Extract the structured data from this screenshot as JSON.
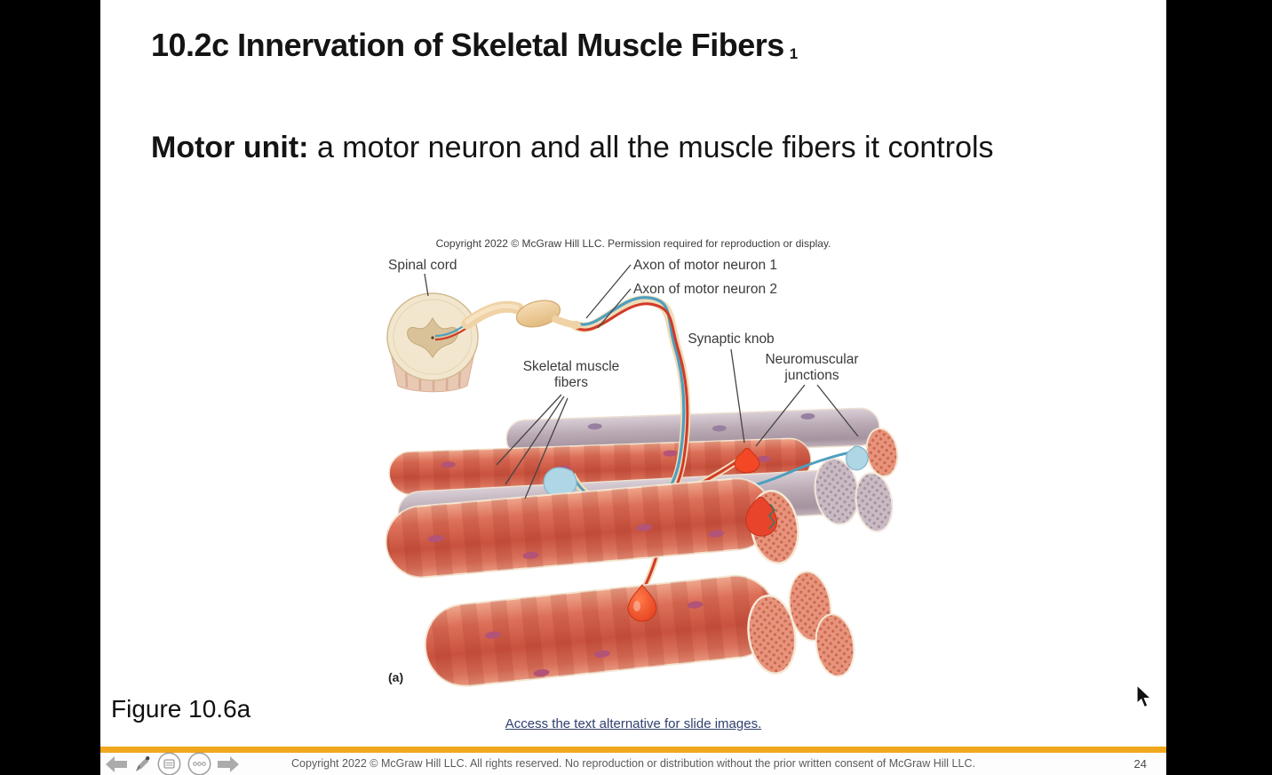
{
  "slide": {
    "title": "10.2c Innervation of Skeletal Muscle Fibers",
    "title_footnote": "1",
    "definition_term": "Motor unit:",
    "definition_rest": " a motor neuron and all the muscle fibers it controls",
    "figure_caption": "Figure 10.6a",
    "access_link": "Access the text alternative for slide images."
  },
  "figure": {
    "copyright": "Copyright 2022 © McGraw Hill LLC. Permission required for reproduction or display.",
    "panel_label": "(a)",
    "labels": {
      "spinal_cord": "Spinal cord",
      "axon_1": "Axon of motor neuron 1",
      "axon_2": "Axon of motor neuron 2",
      "synaptic_knob": "Synaptic knob",
      "neuromuscular_1": "Neuromuscular",
      "neuromuscular_2": "junctions",
      "skeletal_1": "Skeletal muscle",
      "skeletal_2": "fibers"
    }
  },
  "footer": {
    "copyright": "Copyright 2022 © McGraw Hill LLC. All rights reserved. No reproduction or distribution without the prior written consent of McGraw Hill LLC.",
    "page_number": "24",
    "nav_icons": [
      "previous-arrow-icon",
      "pen-icon",
      "slide-panel-icon",
      "ellipsis-icon",
      "next-arrow-icon"
    ]
  },
  "colors": {
    "accent_gold": "#EFA81E",
    "link_blue": "#31406E"
  }
}
